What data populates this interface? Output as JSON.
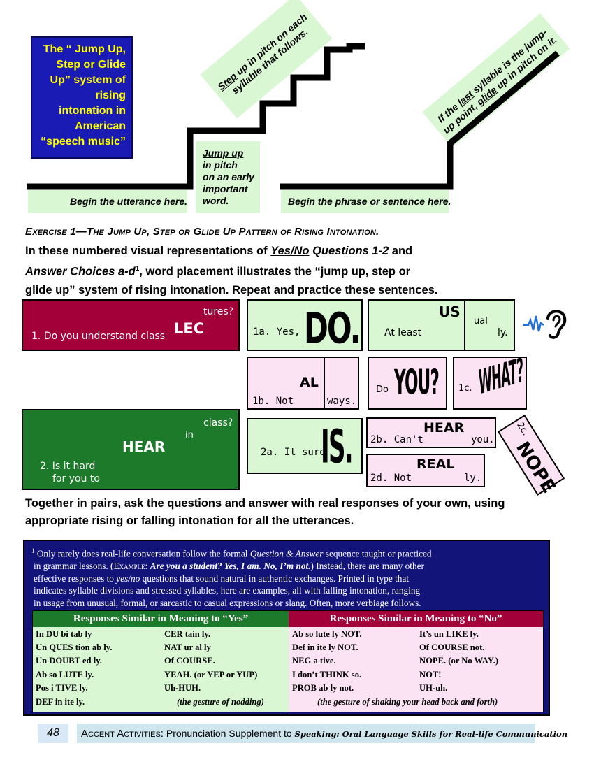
{
  "diagram": {
    "title_lines": [
      "The “ Jump Up,",
      "Step or Glide",
      "Up” system of",
      "rising",
      "intonation in",
      "American",
      "“speech music”"
    ],
    "begin_utterance": "Begin the utterance here.",
    "jump_up": [
      "Jump up",
      "in pitch",
      "on an early",
      "important",
      "word."
    ],
    "step_up_a": "Step",
    "step_up_b": " up in pitch on  each",
    "step_up_c": "syllable that follows.",
    "glide_a": "If the ",
    "glide_b": "last",
    "glide_c": " syllable is the jump-",
    "glide_d": "up point, ",
    "glide_e": "glide",
    "glide_f": " up in pitch on it.",
    "begin_phrase": "Begin the phrase or sentence here."
  },
  "exercise": {
    "title": "Exercise 1—The Jump Up, Step or Glide Up Pattern of Rising Intonation.",
    "line1_a": "In these numbered visual representations of ",
    "line1_b": "Yes/No",
    "line1_c": " Questions 1-2",
    "line1_d": " and",
    "line2_a": "Answer Choices a-d",
    "line2_sup": "1",
    "line2_b": ", word placement illustrates the “jump up, step or",
    "line3": "glide up” system of rising intonation. Repeat and practice these sentences.",
    "closing": "Together in pairs, ask the questions and answer with real responses of your own, using appropriate rising or falling intonation for all the utterances."
  },
  "cards": {
    "q1": {
      "base": "1. Do you understand class",
      "big": "LEC",
      "top": "tures?"
    },
    "a1a": {
      "base": "1a. Yes, I",
      "big": "DO."
    },
    "a1_usual": {
      "base": "At least",
      "big": "US",
      "mid": "ual",
      "end": "ly."
    },
    "a1b": {
      "base": "1b. Not",
      "big": "AL",
      "end": "ways."
    },
    "a1_you": {
      "small": "Do",
      "big": "YOU?"
    },
    "a1c": {
      "small": "1c.",
      "big": "WHAT?"
    },
    "q2": {
      "base1": "2. Is it hard",
      "base2": "for you to",
      "big": "HEAR",
      "mid": "in",
      "top": "class?"
    },
    "a2a": {
      "base": "2a. It sure",
      "big": "IS."
    },
    "a2b": {
      "base": "2b. Can't",
      "big": "HEAR",
      "end": "you."
    },
    "a2c": {
      "small": "2c.",
      "big": "NOPE"
    },
    "a2d": {
      "base": "2d. Not",
      "big": "REAL",
      "end": "ly."
    }
  },
  "footnote": {
    "sup": "1",
    "l1_a": " Only rarely does real-life conversation follow the formal ",
    "l1_b": "Question & Answer",
    "l1_c": " sequence taught or practiced",
    "l2_a": "in  grammar lessons. (",
    "l2_b": "Example",
    "l2_c": ": ",
    "l2_d": "Are you a student? Yes, I am. No, I’m not.",
    "l2_e": ") Instead, there are many other",
    "l3_a": "effective responses to ",
    "l3_b": "yes/no",
    "l3_c": " questions that sound natural in authentic exchanges. Printed in type that",
    "l4": "indicates syllable divisions and stressed syllables, here are examples, all with falling  intonation, ranging",
    "l5": "in usage from unusual,  formal, or sarcastic to casual expressions or slang. Often, more verbiage follows.",
    "yes_header": "Responses Similar in Meaning to “Yes”",
    "no_header": "Responses Similar in Meaning to “No”",
    "yes_col1": [
      "In DU bi tab ly",
      "Un QUES tion ab ly.",
      "Un DOUBT ed ly.",
      "Ab so LUTE ly.",
      "Pos i TIVE ly.",
      "DEF in ite ly."
    ],
    "yes_col2": [
      "CER tain ly.",
      "NAT ur al ly",
      "Of COURSE.",
      "YEAH. (or YEP or YUP)",
      "Uh-HUH."
    ],
    "yes_gesture": "(the gesture of nodding)",
    "no_col1": [
      "Ab so lute ly NOT.",
      "Def in ite ly NOT.",
      "NEG a tive.",
      "I don’t THINK so.",
      "PROB ab ly not."
    ],
    "no_col2": [
      "It’s un LIKE ly.",
      "Of COURSE not.",
      "NOPE. (or No WAY.)",
      "NOT!",
      "UH-uh."
    ],
    "no_gesture": "(the gesture of shaking your head back and forth)"
  },
  "footer": {
    "page_number": "48",
    "runner_a": "Accent Activities:",
    "runner_b": " Pronunciation Supplement to ",
    "runner_c": "Speaking: Oral Language Skills for Real-life Communication"
  },
  "colors": {
    "maroon": "#a3003a",
    "dark_green": "#1d7a2a",
    "light_green": "#d9f7d3",
    "pink": "#fbe3f3",
    "navy": "#13147a",
    "title_blue": "#1a1ab4",
    "title_yellow": "#ffff00"
  }
}
